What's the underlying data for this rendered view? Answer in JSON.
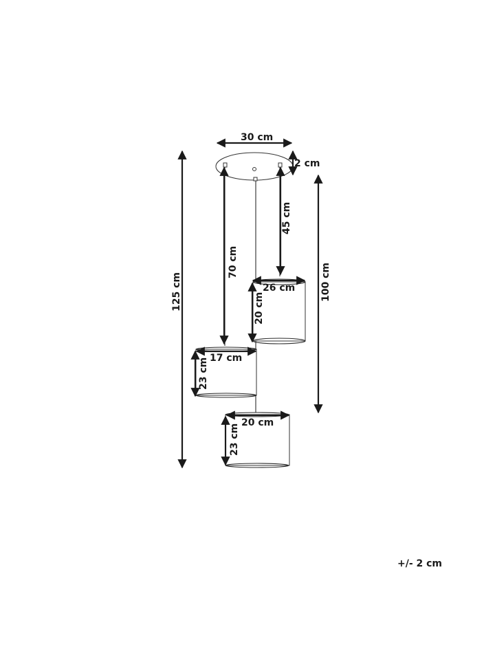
{
  "dimensions": {
    "canopy_width": "30 cm",
    "canopy_height": "2 cm",
    "total_height": "125 cm",
    "drop_height": "100 cm",
    "cord_long": "70 cm",
    "cord_short": "45 cm",
    "shade_top_width": "26 cm",
    "shade_top_height": "20 cm",
    "shade_left_width": "17 cm",
    "shade_left_height": "23 cm",
    "shade_bottom_width": "20 cm",
    "shade_bottom_height": "23 cm"
  },
  "tolerance": "+/- 2 cm"
}
